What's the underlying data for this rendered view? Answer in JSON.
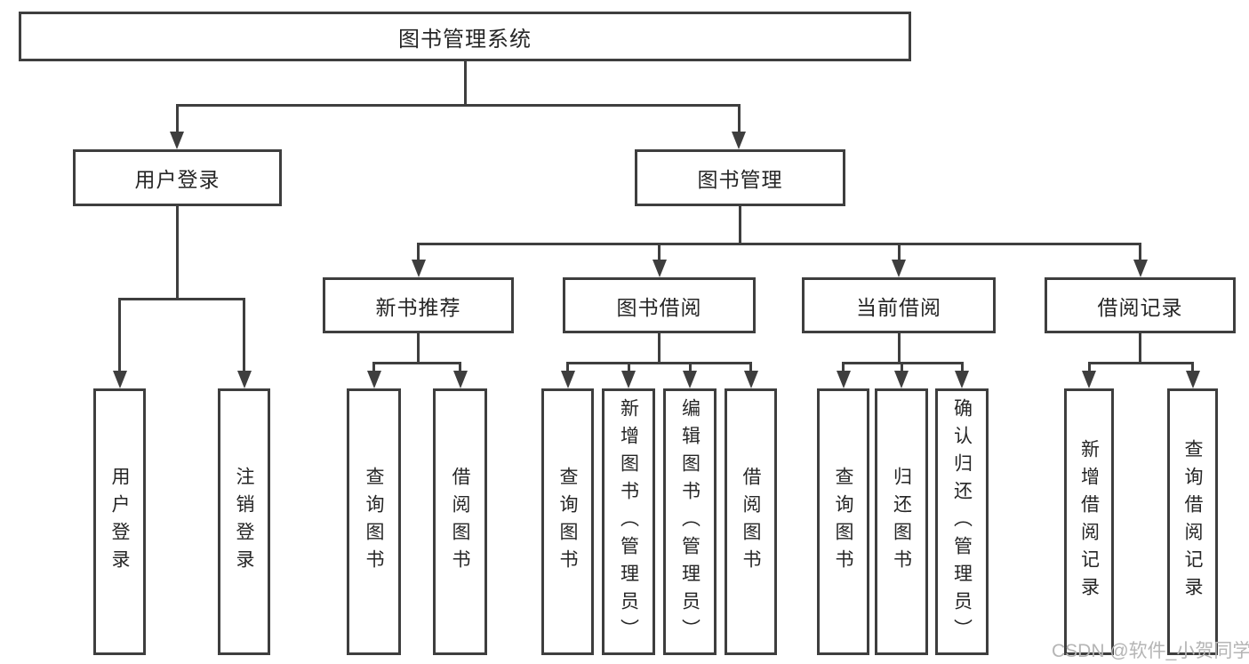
{
  "diagram": {
    "type": "tree",
    "title": "图书管理系统",
    "root": {
      "label": "图书管理系统",
      "children": [
        {
          "label": "用户登录",
          "children": [
            "用户登录",
            "注销登录"
          ]
        },
        {
          "label": "图书管理",
          "children": [
            {
              "label": "新书推荐",
              "children": [
                "查询图书",
                "借阅图书"
              ]
            },
            {
              "label": "图书借阅",
              "children": [
                "查询图书",
                "新增图书（管理员）",
                "编辑图书（管理员）",
                "借阅图书"
              ]
            },
            {
              "label": "当前借阅",
              "children": [
                "查询图书",
                "归还图书",
                "确认归还（管理员）"
              ]
            },
            {
              "label": "借阅记录",
              "children": [
                "新增借阅记录",
                "查询借阅记录"
              ]
            }
          ]
        }
      ]
    },
    "watermark": "CSDN @软件_小贺同学",
    "colors": {
      "line": "#3e3e3e",
      "text": "#262626",
      "watermark": "#b5b5b5",
      "background": "#ffffff"
    }
  }
}
